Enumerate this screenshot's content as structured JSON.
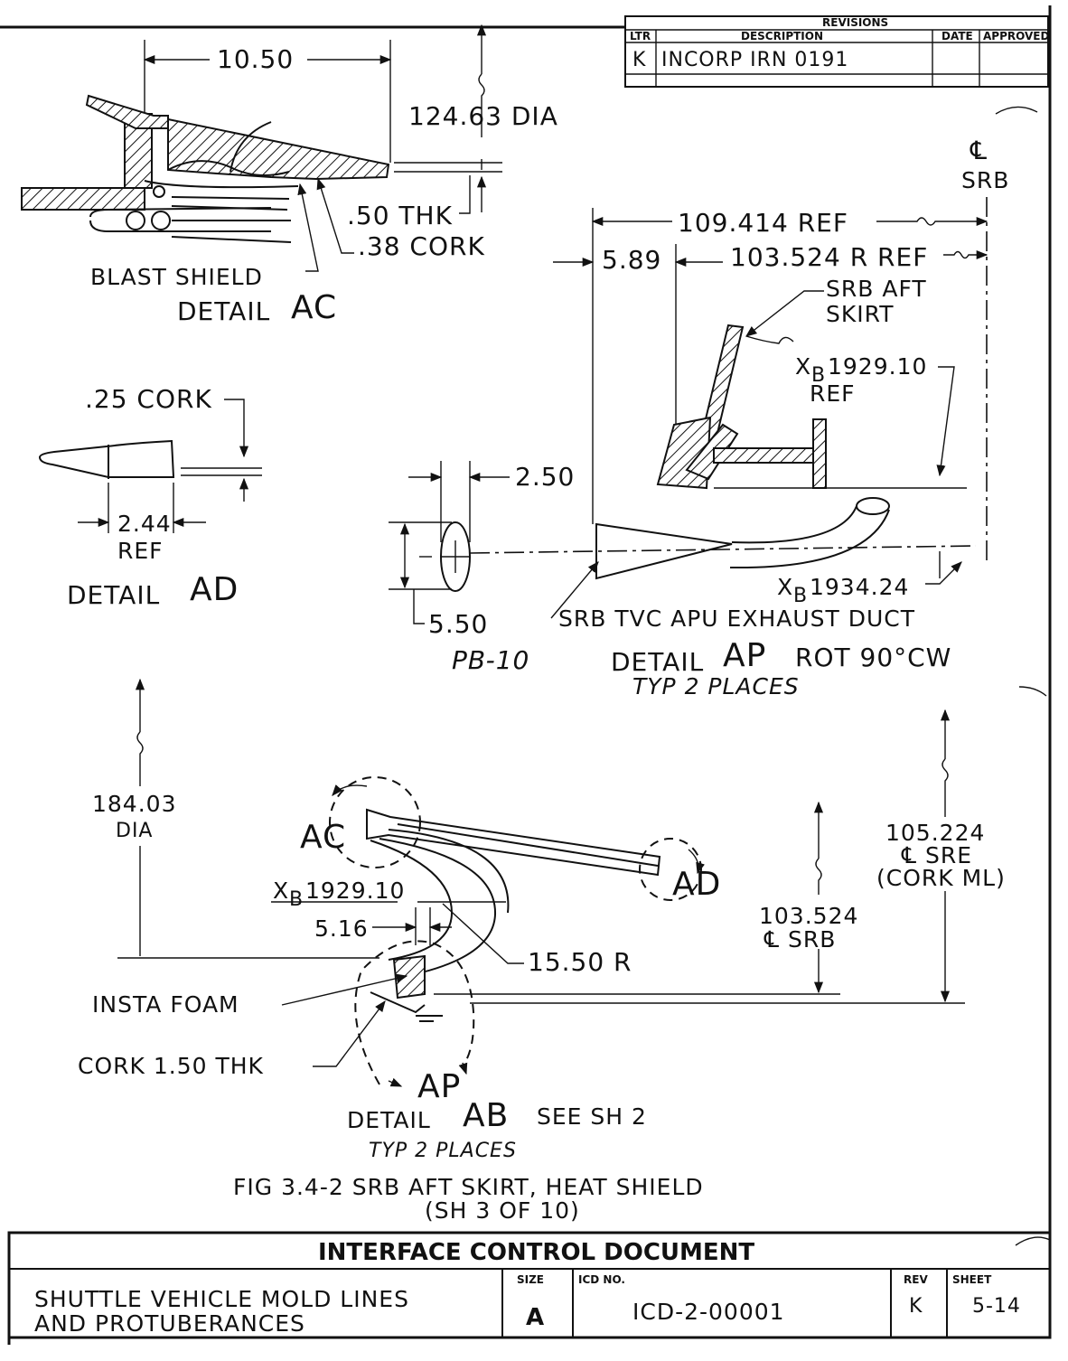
{
  "revisions": {
    "title": "REVISIONS",
    "headers": {
      "ltr": "LTR",
      "description": "DESCRIPTION",
      "date": "DATE",
      "approved": "APPROVED"
    },
    "rows": [
      {
        "ltr": "K",
        "description": "INCORP IRN 0191",
        "date": "",
        "approved": ""
      }
    ]
  },
  "detail_ac": {
    "dim_width": "10.50",
    "dim_dia": "124.63 DIA",
    "thk": ".50 THK",
    "cork": ".38 CORK",
    "blast_shield": "BLAST SHIELD",
    "label_prefix": "DETAIL",
    "label_id": "AC"
  },
  "detail_ad": {
    "cork": ".25 CORK",
    "dim": "2.44",
    "ref": "REF",
    "label_prefix": "DETAIL",
    "label_id": "AD"
  },
  "detail_ap": {
    "cl_symbol": "℄",
    "cl_srb": "SRB",
    "dim_total": "109.414 REF",
    "dim_offset": "5.89",
    "dim_radius": "103.524 R REF",
    "skirt_line1": "SRB AFT",
    "skirt_line2": "SKIRT",
    "xb_top_x": "X",
    "xb_top_sub": "B",
    "xb_top_value": "1929.10",
    "xb_top_ref": "REF",
    "xb_bottom_x": "X",
    "xb_bottom_sub": "B",
    "xb_bottom_value": "1934.24",
    "exhaust_duct": "SRB TVC APU EXHAUST DUCT",
    "label_prefix": "DETAIL",
    "label_id": "AP",
    "label_suffix": "ROT 90°CW",
    "typ": "TYP 2 PLACES"
  },
  "pb10": {
    "dim_width": "2.50",
    "dim_height": "5.50",
    "label": "PB-10"
  },
  "detail_ab": {
    "dia_value": "184.03",
    "dia_label": "DIA",
    "callout_ac": "AC",
    "callout_ad": "AD",
    "callout_ap": "AP",
    "xb_x": "X",
    "xb_sub": "B",
    "xb_value": "1929.10",
    "dim_516": "5.16",
    "radius": "15.50 R",
    "srb_value": "103.524",
    "srb_label": "℄ SRB",
    "sre_value": "105.224",
    "sre_label": "℄ SRE",
    "sre_note": "(CORK ML)",
    "insta_foam": "INSTA FOAM",
    "cork_thk": "CORK 1.50 THK",
    "label_prefix": "DETAIL",
    "label_id": "AB",
    "label_suffix": "SEE SH 2",
    "typ": "TYP 2 PLACES"
  },
  "figure": {
    "caption": "FIG 3.4-2 SRB AFT SKIRT, HEAT SHIELD",
    "sheet_note": "(SH 3 OF 10)"
  },
  "title_block": {
    "header": "INTERFACE CONTROL DOCUMENT",
    "title_line1": "SHUTTLE VEHICLE MOLD LINES",
    "title_line2": "AND PROTUBERANCES",
    "size_label": "SIZE",
    "size_value": "A",
    "icd_label": "ICD NO.",
    "icd_value": "ICD-2-00001",
    "rev_label": "REV",
    "rev_value": "K",
    "sheet_label": "SHEET",
    "sheet_value": "5-14"
  }
}
